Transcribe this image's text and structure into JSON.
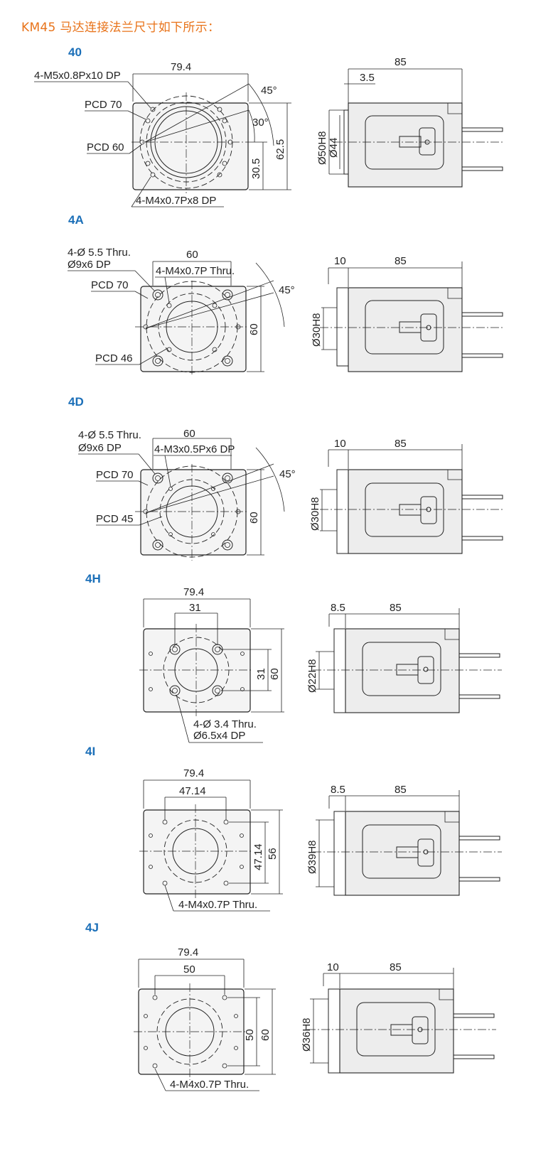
{
  "title": "KM45 马达连接法兰尺寸如下所示：",
  "sections": [
    {
      "id": "40",
      "label": "40",
      "front": {
        "width_dim": "79.4",
        "callouts": [
          "4-M5x0.8Px10 DP",
          "PCD 70",
          "PCD 60",
          "4-M4x0.7Px8 DP"
        ],
        "angles": [
          "45°",
          "30°"
        ],
        "vert_dims": [
          "62.5",
          "30.5"
        ]
      },
      "side": {
        "length_dim": "85",
        "step_dim": "3.5",
        "diams": [
          "Ø50H8",
          "Ø44"
        ]
      }
    },
    {
      "id": "4A",
      "label": "4A",
      "front": {
        "width_dim": "60",
        "callouts": [
          "4-Ø 5.5 Thru.",
          "Ø9x6 DP",
          "4-M4x0.7P Thru.",
          "PCD 70",
          "PCD 46"
        ],
        "angles": [
          "45°"
        ],
        "vert_dims": [
          "60"
        ]
      },
      "side": {
        "length_dim": "85",
        "step_dim": "10",
        "diams": [
          "Ø30H8"
        ]
      }
    },
    {
      "id": "4D",
      "label": "4D",
      "front": {
        "width_dim": "60",
        "callouts": [
          "4-Ø 5.5 Thru.",
          "Ø9x6 DP",
          "4-M3x0.5Px6 DP",
          "PCD 70",
          "PCD 45"
        ],
        "angles": [
          "45°"
        ],
        "vert_dims": [
          "60"
        ]
      },
      "side": {
        "length_dim": "85",
        "step_dim": "10",
        "diams": [
          "Ø30H8"
        ]
      }
    },
    {
      "id": "4H",
      "label": "4H",
      "front": {
        "width_dim": "79.4",
        "inner_dim": "31",
        "callouts": [
          "4-Ø 3.4 Thru.",
          "Ø6.5x4 DP"
        ],
        "vert_dims": [
          "31",
          "60"
        ]
      },
      "side": {
        "length_dim": "85",
        "step_dim": "8.5",
        "diams": [
          "Ø22H8"
        ]
      }
    },
    {
      "id": "4I",
      "label": "4I",
      "front": {
        "width_dim": "79.4",
        "inner_dim": "47.14",
        "callouts": [
          "4-M4x0.7P Thru."
        ],
        "vert_dims": [
          "47.14",
          "56"
        ]
      },
      "side": {
        "length_dim": "85",
        "step_dim": "8.5",
        "diams": [
          "Ø39H8"
        ]
      }
    },
    {
      "id": "4J",
      "label": "4J",
      "front": {
        "width_dim": "79.4",
        "inner_dim": "50",
        "callouts": [
          "4-M4x0.7P Thru."
        ],
        "vert_dims": [
          "50",
          "60"
        ]
      },
      "side": {
        "length_dim": "85",
        "step_dim": "10",
        "diams": [
          "Ø36H8"
        ]
      }
    }
  ]
}
